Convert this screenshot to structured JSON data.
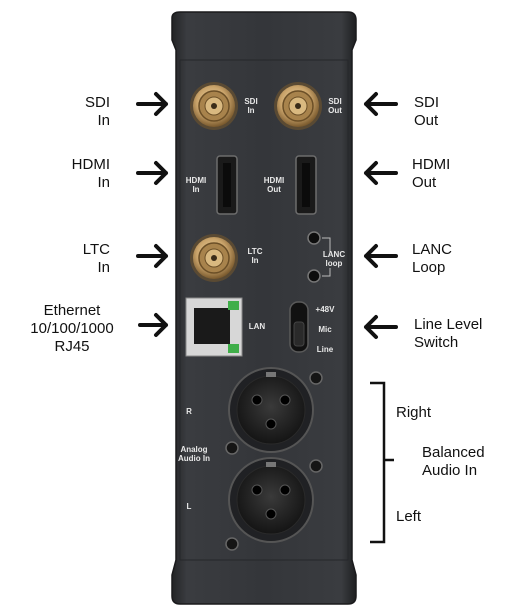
{
  "callouts": {
    "sdi_in": [
      "SDI",
      "In"
    ],
    "sdi_out": [
      "SDI",
      "Out"
    ],
    "hdmi_in": [
      "HDMI",
      "In"
    ],
    "hdmi_out": [
      "HDMI",
      "Out"
    ],
    "ltc_in": [
      "LTC",
      "In"
    ],
    "lanc_loop": [
      "LANC",
      "Loop"
    ],
    "ethernet": [
      "Ethernet",
      "10/100/1000",
      "RJ45"
    ],
    "line_level_switch": [
      "Line Level",
      "Switch"
    ],
    "right": "Right",
    "balanced_audio_in": [
      "Balanced",
      "Audio In"
    ],
    "left": "Left"
  },
  "panel_labels": {
    "sdi_in": [
      "SDI",
      "In"
    ],
    "sdi_out": [
      "SDI",
      "Out"
    ],
    "hdmi_in": [
      "HDMI",
      "In"
    ],
    "hdmi_out": [
      "HDMI",
      "Out"
    ],
    "ltc_in": [
      "LTC",
      "In"
    ],
    "lanc_loop": [
      "LANC",
      "loop"
    ],
    "lan": "LAN",
    "switch_48v": "+48V",
    "switch_mic": "Mic",
    "switch_line": "Line",
    "audio_r": "R",
    "analog_audio_in": [
      "Analog",
      "Audio In"
    ],
    "audio_l": "L"
  },
  "colors": {
    "panel": "#2f3134",
    "panel_edge": "#1c1d1f",
    "bnc_gold": "#c9a36a",
    "lan_green": "#3fae49",
    "arrow": "#111111"
  }
}
